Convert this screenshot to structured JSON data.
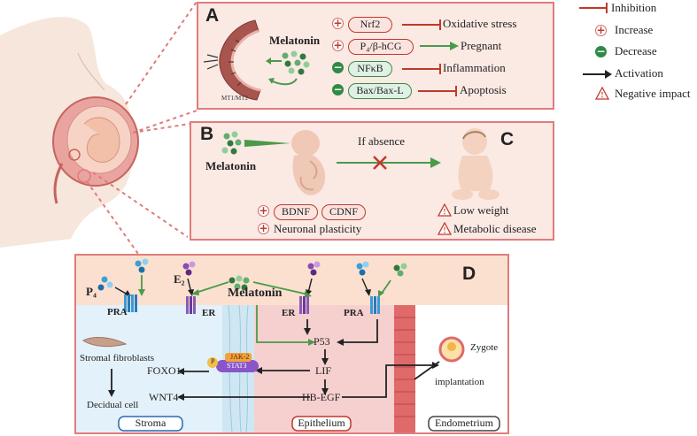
{
  "legend": {
    "inhibition": "Inhibition",
    "increase": "Increase",
    "decrease": "Decrease",
    "activation": "Activation",
    "negative_impact": "Negative impact"
  },
  "panel_a": {
    "letter": "A",
    "melatonin": "Melatonin",
    "receptor": "MT1/MT2",
    "effects": [
      {
        "sign": "increase",
        "factor": "Nrf2",
        "outcome": "Oxidative stress",
        "arrow": "inhibition"
      },
      {
        "sign": "increase",
        "factor": "P₄/β-hCG",
        "outcome": "Pregnant",
        "arrow": "activation"
      },
      {
        "sign": "decrease",
        "factor": "NFκB",
        "outcome": "Inflammation",
        "arrow": "inhibition"
      },
      {
        "sign": "decrease",
        "factor": "Bax/Bax-L",
        "outcome": "Apoptosis",
        "arrow": "inhibition"
      }
    ]
  },
  "panel_b": {
    "letter": "B",
    "melatonin": "Melatonin",
    "factors": [
      "BDNF",
      "CDNF"
    ],
    "plasticity": "Neuronal plasticity"
  },
  "panel_c": {
    "letter": "C",
    "if_absence": "If absence",
    "outcomes": [
      "Low weight",
      "Metabolic disease"
    ]
  },
  "panel_d": {
    "letter": "D",
    "melatonin": "Melatonin",
    "p4": "P₄",
    "e2": "E₂",
    "receptors": {
      "pra_left": "PRA",
      "er_left": "ER",
      "er_right": "ER",
      "pra_right": "PRA"
    },
    "nodes": {
      "p53": "P53",
      "lif": "LIF",
      "hbegf": "HB-EGF",
      "foxo1": "FOXO1",
      "wnt4": "WNT4",
      "stromal": "Stromal fibroblasts",
      "decidual": "Decidual cell",
      "jak2": "JAK-2",
      "stat3": "STAT3",
      "p": "P",
      "zygote": "Zygote",
      "implantation": "implantation"
    },
    "regions": {
      "stroma": "Stroma",
      "epithelium": "Epithelium",
      "endometrium": "Endometrium"
    }
  },
  "colors": {
    "inhibition": "#c0392b",
    "activation": "#4a9a4a",
    "panel_border": "#e07c7c"
  }
}
